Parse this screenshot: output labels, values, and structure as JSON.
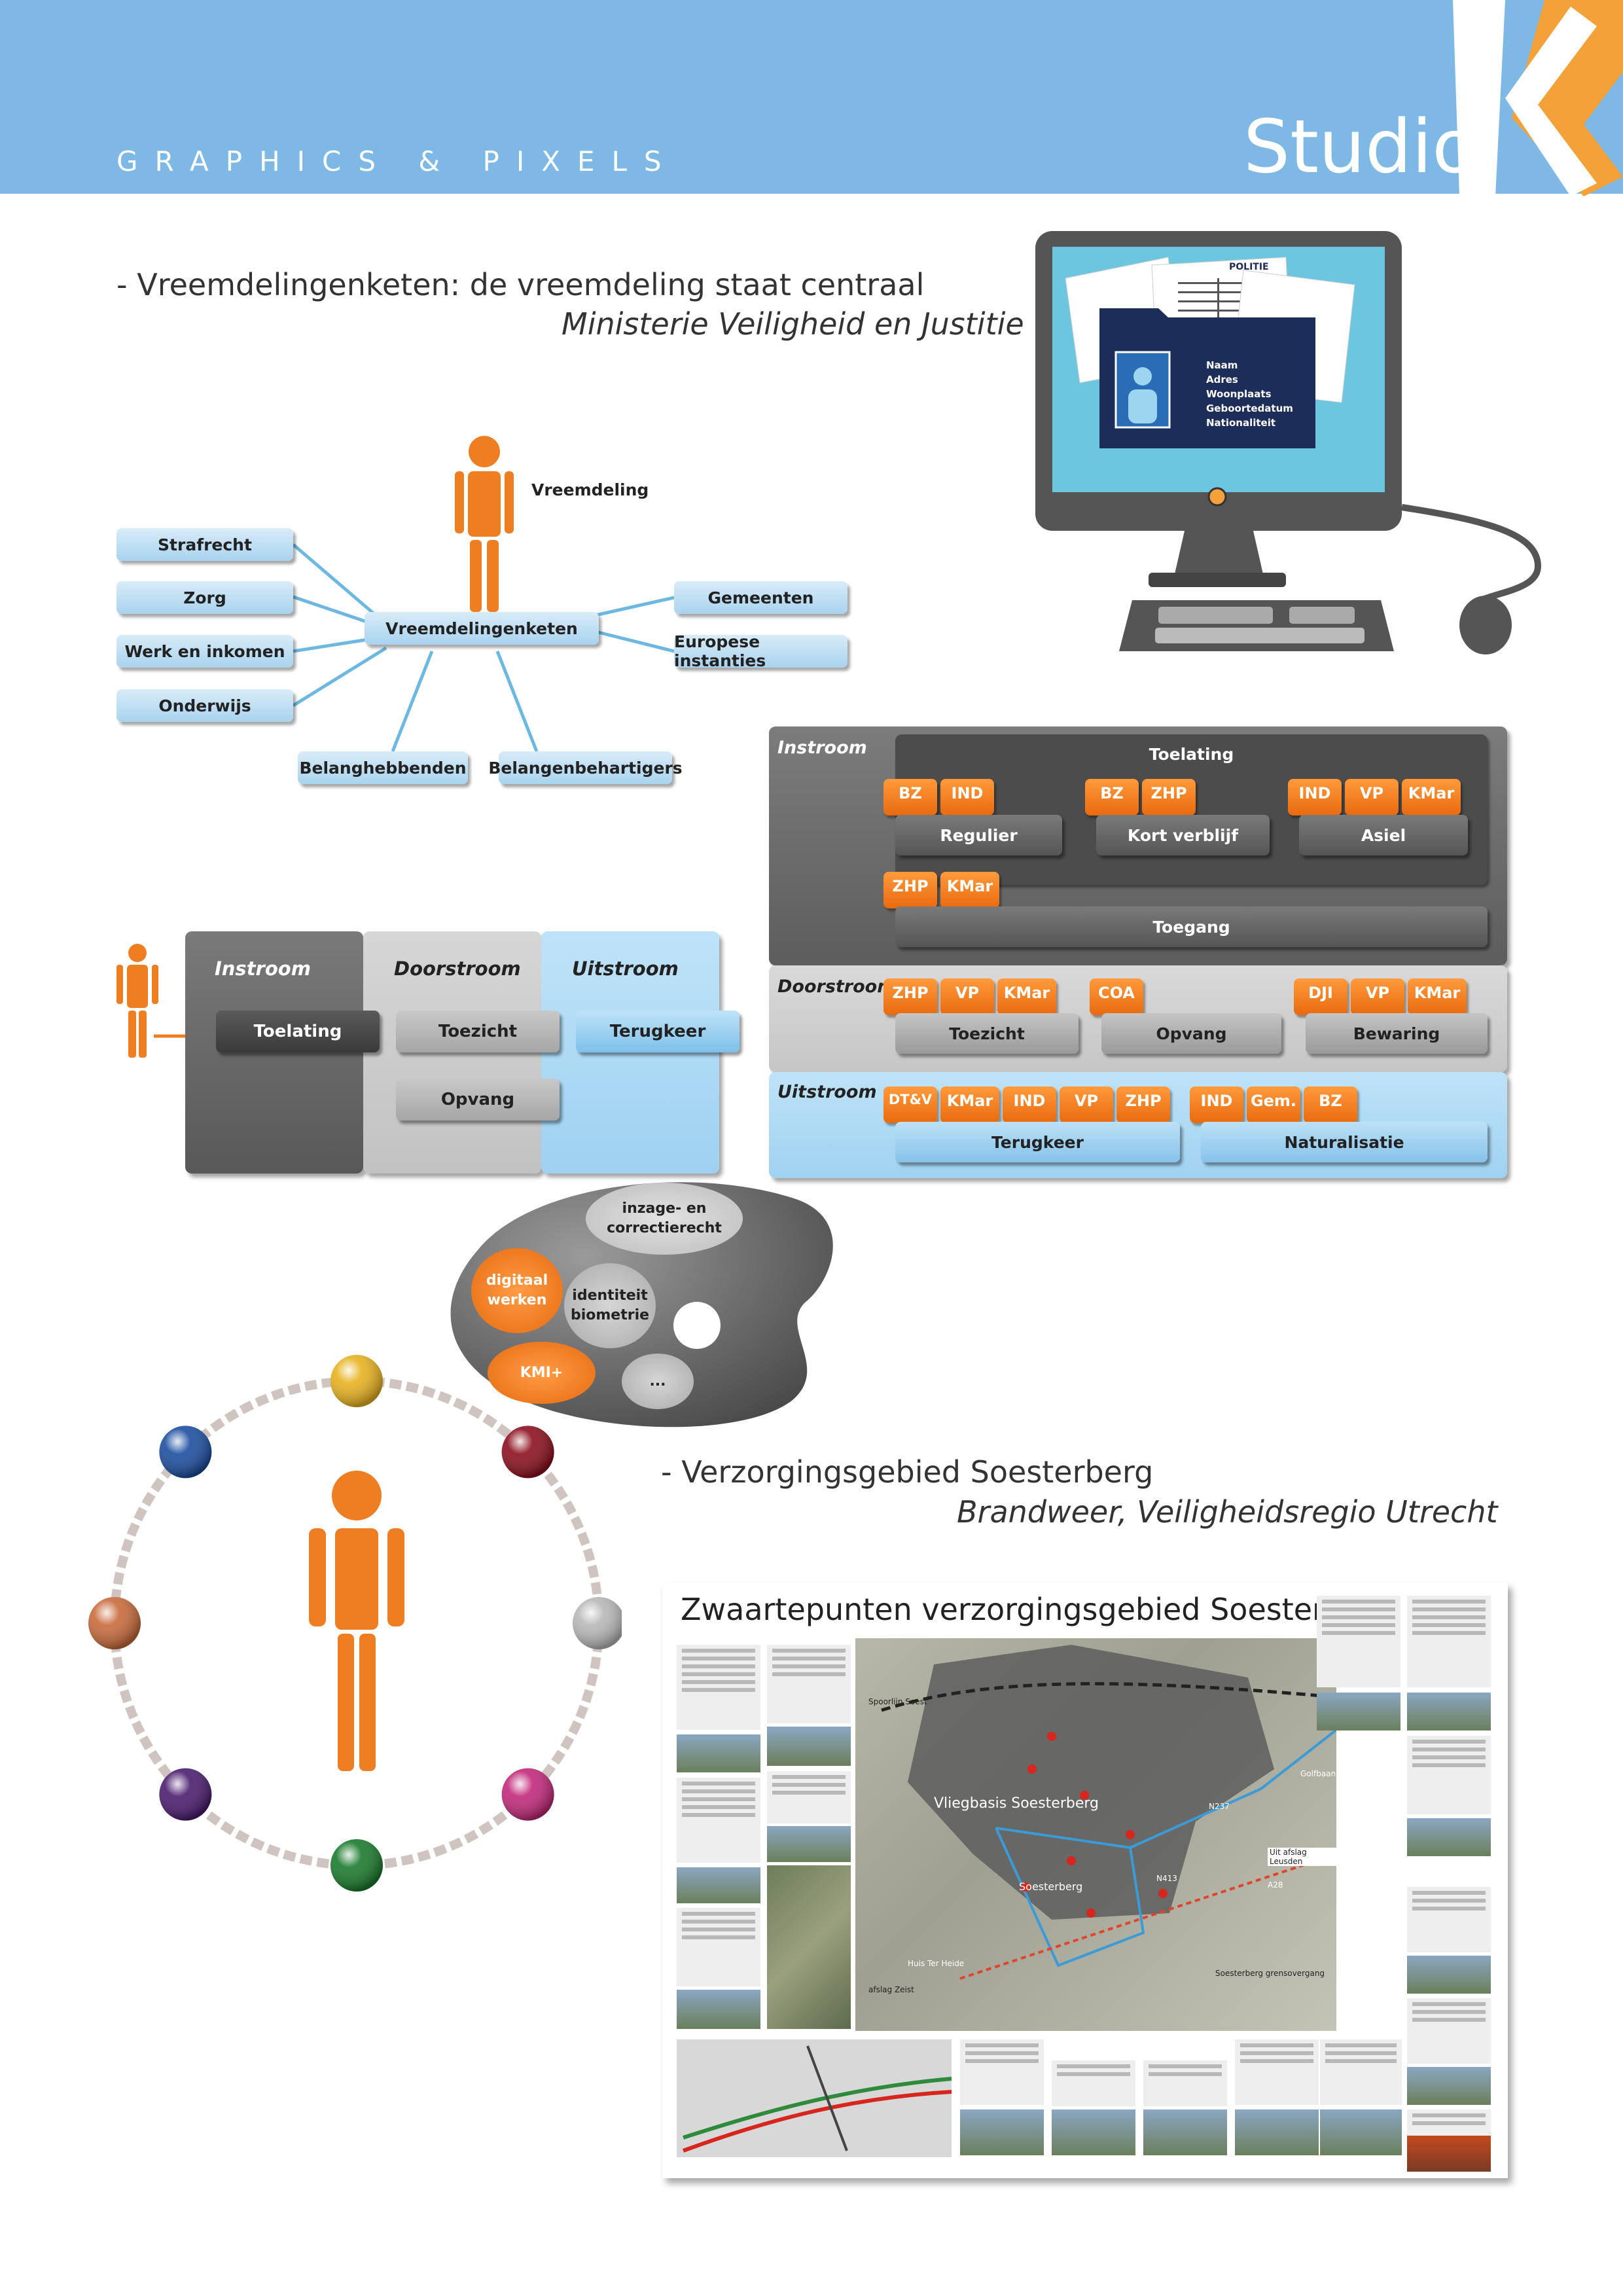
{
  "header": {
    "tagline": "GRAPHICS & PIXELS",
    "studio": "Studio",
    "logo_letter": "K",
    "colors": {
      "band": "#7db9e4",
      "accent": "#f5a13a"
    }
  },
  "section1": {
    "title": "- Vreemdelingenketen: de vreemdeling staat centraal",
    "client": "Ministerie Veiligheid en Justitie"
  },
  "network": {
    "person_label": "Vreemdeling",
    "center": "Vreemdelingenketen",
    "left": [
      "Strafrecht",
      "Zorg",
      "Werk en inkomen",
      "Onderwijs"
    ],
    "right": [
      "Gemeenten",
      "Europese instanties"
    ],
    "bottom": [
      "Belanghebbenden",
      "Belangenbehartigers"
    ]
  },
  "computer": {
    "logo_text": "POLITIE",
    "fields": [
      "Naam",
      "Adres",
      "Woonplaats",
      "Geboortedatum",
      "Nationaliteit"
    ]
  },
  "flow": {
    "columns": [
      "Instroom",
      "Doorstroom",
      "Uitstroom"
    ],
    "buttons": {
      "toelating": "Toelating",
      "toezicht": "Toezicht",
      "opvang": "Opvang",
      "terugkeer": "Terugkeer"
    }
  },
  "panel": {
    "instroom": {
      "label": "Instroom",
      "toelating": "Toelating",
      "groups": [
        {
          "tags": [
            "BZ",
            "IND"
          ],
          "bar": "Regulier"
        },
        {
          "tags": [
            "BZ",
            "ZHP"
          ],
          "bar": "Kort verblijf"
        },
        {
          "tags": [
            "IND",
            "VP",
            "KMar"
          ],
          "bar": "Asiel"
        }
      ],
      "toegang": {
        "tags": [
          "ZHP",
          "KMar"
        ],
        "bar": "Toegang"
      }
    },
    "doorstroom": {
      "label": "Doorstroom",
      "groups": [
        {
          "tags": [
            "ZHP",
            "VP",
            "KMar"
          ],
          "bar": "Toezicht"
        },
        {
          "tags": [
            "COA"
          ],
          "bar": "Opvang"
        },
        {
          "tags": [
            "DJI",
            "VP",
            "KMar"
          ],
          "bar": "Bewaring"
        }
      ]
    },
    "uitstroom": {
      "label": "Uitstroom",
      "groups": [
        {
          "tags": [
            "DT&V",
            "KMar",
            "IND",
            "VP",
            "ZHP"
          ],
          "bar": "Terugkeer"
        },
        {
          "tags": [
            "IND",
            "Gem.",
            "BZ"
          ],
          "bar": "Naturalisatie"
        }
      ]
    }
  },
  "palette": {
    "items": [
      "inzage- en correctierecht",
      "digitaal werken",
      "identiteit biometrie",
      "KMI+",
      "..."
    ]
  },
  "section2": {
    "title": "- Verzorgingsgebied Soesterberg",
    "client": "Brandweer, Veiligheidsregio Utrecht"
  },
  "poster": {
    "title": "Zwaartepunten verzorgingsgebied Soesterberg",
    "map_labels": [
      "Vliegbasis Soesterberg",
      "Soesterberg",
      "N237",
      "N413",
      "Golfbaan",
      "Spoorlijn Soest",
      "Soesterberg grensovergang",
      "afslag Zeist",
      "Huis Ter Heide",
      "A28",
      "Uit afslag Leusden"
    ]
  },
  "bead_colors": [
    "#e8b21f",
    "#8b0f1c",
    "#b8b8b8",
    "#c2287a",
    "#1a7a2c",
    "#4a1c6e",
    "#c86a3a",
    "#1c4ea0"
  ]
}
